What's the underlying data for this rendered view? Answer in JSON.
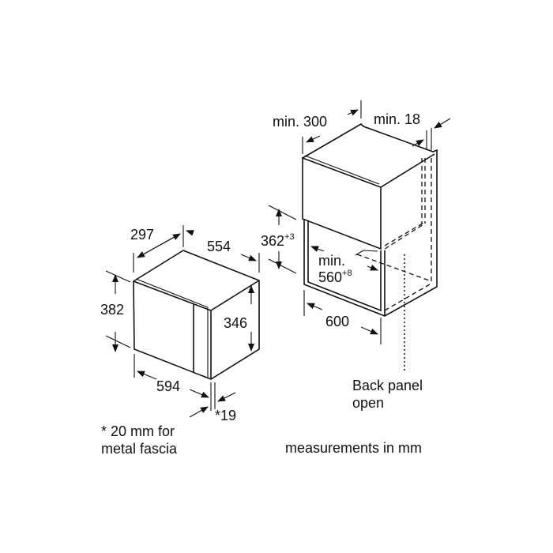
{
  "microwave": {
    "depth": "297",
    "width_outer": "554",
    "height_front": "382",
    "height_side": "346",
    "width_front": "594",
    "fascia": "*19",
    "footnote_line1": "* 20 mm for",
    "footnote_line2": "metal fascia"
  },
  "cabinet": {
    "min_depth": "min. 300",
    "min_side": "min. 18",
    "niche_height": "362",
    "niche_height_tol": "+3",
    "niche_width_label": "min.",
    "niche_width": "560",
    "niche_width_tol": "+8",
    "cabinet_width": "600",
    "back_panel_line1": "Back panel",
    "back_panel_line2": "open"
  },
  "units_note": "measurements in mm"
}
